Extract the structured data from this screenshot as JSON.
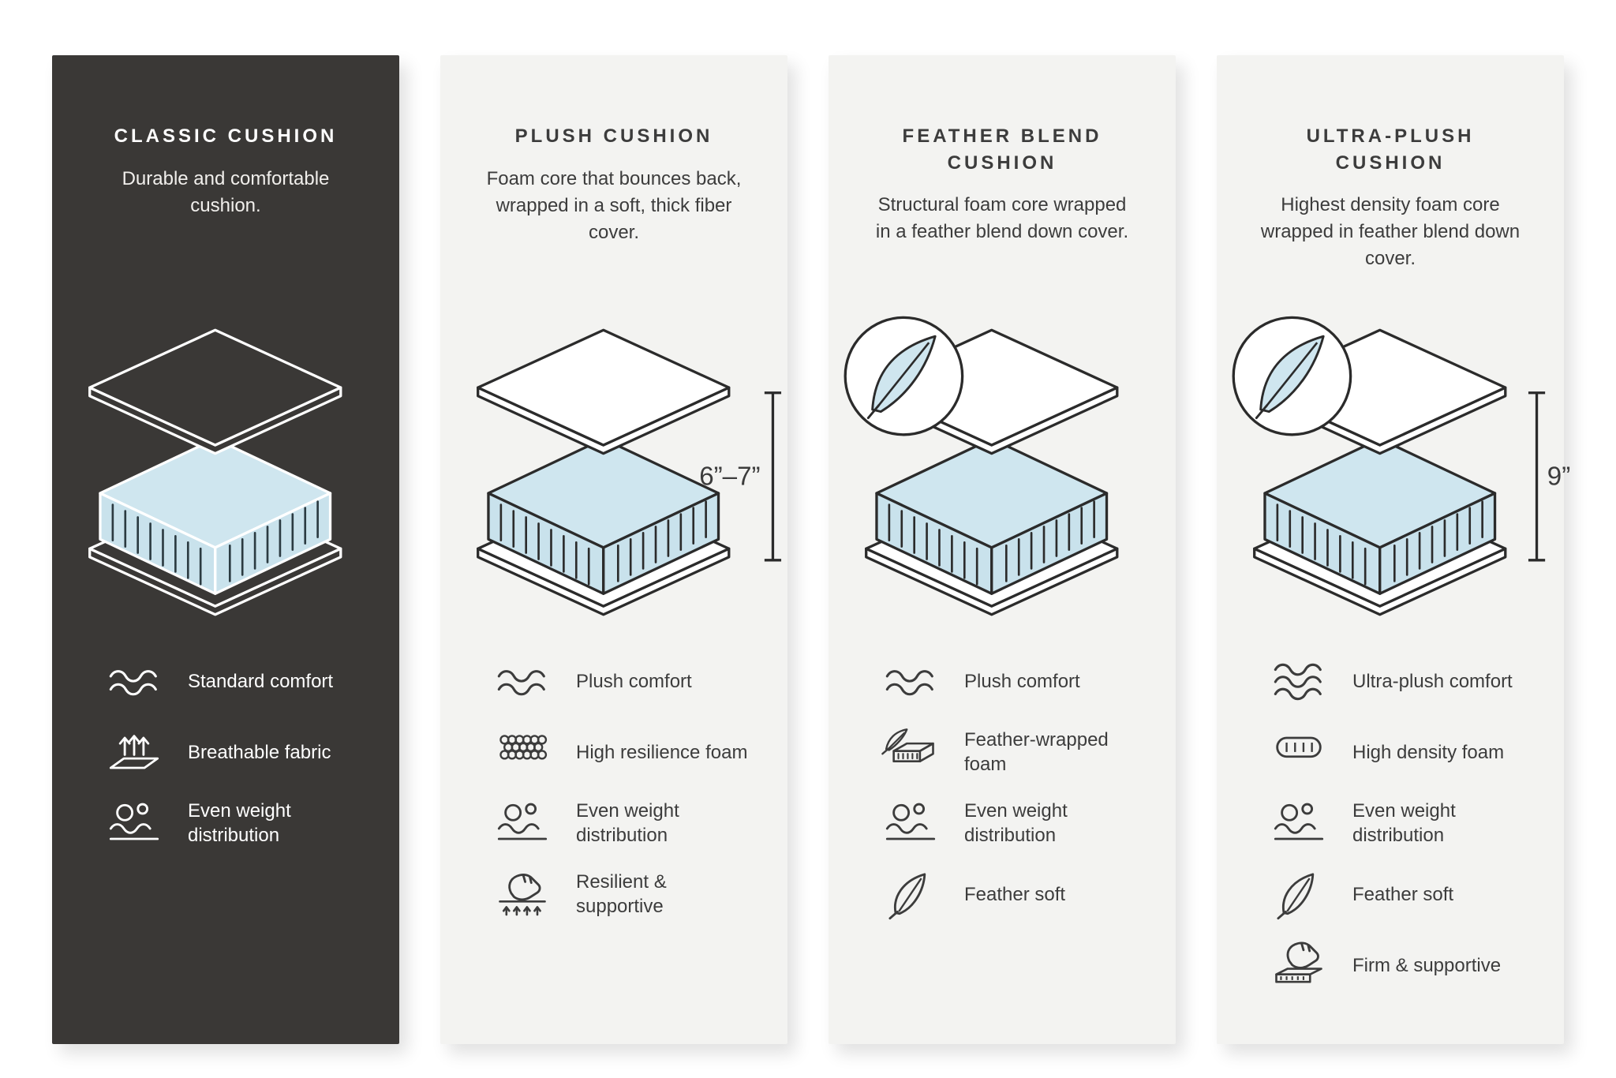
{
  "page": {
    "background": "#ffffff"
  },
  "colors": {
    "dark_panel": "#3a3836",
    "light_panel": "#f3f3f1",
    "foam_top": "#cfe6ef",
    "foam_side": "#c9e2ec",
    "outline_dark": "#2b2b2b",
    "outline_light": "#ffffff",
    "text_dark": "#3c3c3c",
    "text_light": "#ffffff"
  },
  "cards": [
    {
      "title": "CLASSIC CUSHION",
      "description": "Durable and comfortable cushion.",
      "theme": "dark",
      "dimension": "",
      "feather_badge": false,
      "features": [
        {
          "icon": "waves-icon",
          "label": "Standard comfort"
        },
        {
          "icon": "breathable-fabric-icon",
          "label": "Breathable fabric"
        },
        {
          "icon": "weight-distribution-icon",
          "label": "Even weight distribution"
        }
      ]
    },
    {
      "title": "PLUSH CUSHION",
      "description": "Foam core that bounces back, wrapped in a soft, thick fiber cover.",
      "theme": "light",
      "dimension": "6”–7”",
      "feather_badge": false,
      "features": [
        {
          "icon": "waves-icon",
          "label": "Plush comfort"
        },
        {
          "icon": "resilience-foam-icon",
          "label": "High resilience foam"
        },
        {
          "icon": "weight-distribution-icon",
          "label": "Even weight distribution"
        },
        {
          "icon": "hand-press-icon",
          "label": "Resilient & supportive"
        }
      ]
    },
    {
      "title": "FEATHER BLEND CUSHION",
      "description": "Structural foam core wrapped in a feather blend down cover.",
      "theme": "light",
      "dimension": "",
      "feather_badge": true,
      "features": [
        {
          "icon": "waves-icon",
          "label": "Plush comfort"
        },
        {
          "icon": "feather-foam-icon",
          "label": "Feather-wrapped foam"
        },
        {
          "icon": "weight-distribution-icon",
          "label": "Even weight distribution"
        },
        {
          "icon": "feather-icon",
          "label": "Feather soft"
        }
      ]
    },
    {
      "title": "ULTRA-PLUSH CUSHION",
      "description": "Highest density foam core wrapped in feather blend down cover.",
      "theme": "light",
      "dimension": "9”",
      "feather_badge": true,
      "features": [
        {
          "icon": "waves-3-icon",
          "label": "Ultra-plush comfort"
        },
        {
          "icon": "density-foam-icon",
          "label": "High density foam"
        },
        {
          "icon": "weight-distribution-icon",
          "label": "Even weight distribution"
        },
        {
          "icon": "feather-icon",
          "label": "Feather soft"
        },
        {
          "icon": "firm-support-icon",
          "label": "Firm & supportive"
        }
      ]
    }
  ]
}
